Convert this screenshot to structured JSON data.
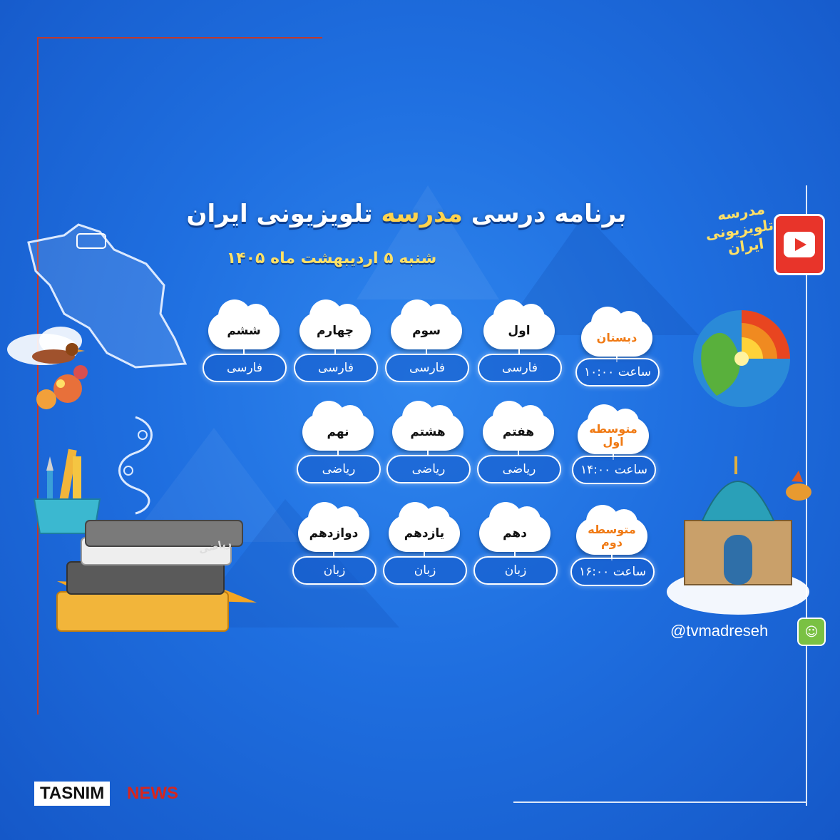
{
  "title": {
    "part1": "برنامه درسی",
    "part2": "مدرسه",
    "part3": "تلویزیونی ایران"
  },
  "subtitle": "شنبه ۵ اردیبهشت ماه ۱۴۰۵",
  "logo": {
    "text": "مدرسه تلویزیونی ایران"
  },
  "rows": [
    {
      "level": "دبستان",
      "time": "ساعت ۱۰:۰۰",
      "grades": [
        {
          "grade": "اول",
          "subject": "فارسی"
        },
        {
          "grade": "سوم",
          "subject": "فارسی"
        },
        {
          "grade": "چهارم",
          "subject": "فارسی"
        },
        {
          "grade": "ششم",
          "subject": "فارسی"
        }
      ]
    },
    {
      "level": "متوسطه اول",
      "time": "ساعت ۱۴:۰۰",
      "grades": [
        {
          "grade": "هفتم",
          "subject": "ریاضی"
        },
        {
          "grade": "هشتم",
          "subject": "ریاضی"
        },
        {
          "grade": "نهم",
          "subject": "ریاضی"
        }
      ]
    },
    {
      "level": "متوسطه دوم",
      "time": "ساعت ۱۶:۰۰",
      "grades": [
        {
          "grade": "دهم",
          "subject": "زبان"
        },
        {
          "grade": "یازدهم",
          "subject": "زبان"
        },
        {
          "grade": "دوازدهم",
          "subject": "زبان"
        }
      ]
    }
  ],
  "book_label": "ریاضی",
  "social_handle": "@tvmadreseh",
  "watermark": {
    "brand": "TASNIM",
    "suffix": "NEWS"
  },
  "colors": {
    "background": "#1f6fe0",
    "accent": "#ffd34d",
    "level_text": "#f07a14",
    "frame": "#c0392b"
  },
  "icons": [
    "map-outline-icon",
    "bird-icon",
    "flowers-icon",
    "books-icon",
    "pencil-cup-icon",
    "earth-layers-icon",
    "mosque-icon",
    "hoopoe-icon",
    "play-icon",
    "app-icon"
  ]
}
